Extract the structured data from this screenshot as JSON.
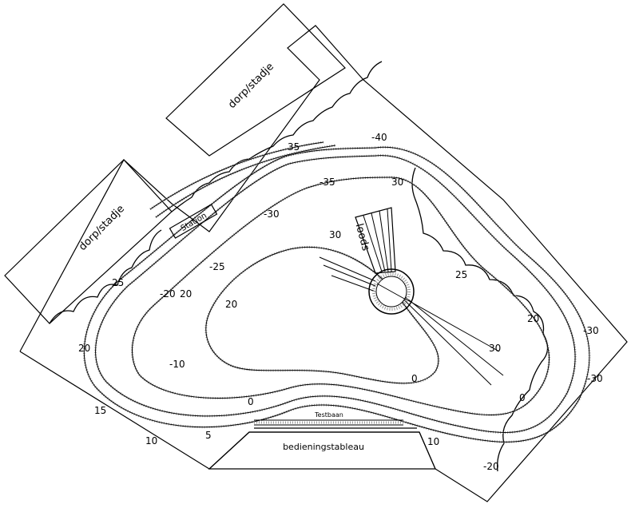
{
  "labels": {
    "town_top": "dorp/stadje",
    "town_left": "dorp/stadje",
    "station": "Station",
    "loods": "loods",
    "testbaan": "Testbaan",
    "control_panel": "bedieningstableau"
  },
  "elevations": [
    "-40",
    "35",
    "-35",
    "30",
    "-30",
    "30",
    "-25",
    "20",
    "-20",
    "25",
    "20",
    "-10",
    "20",
    "15",
    "10",
    "5",
    "0",
    "0",
    "10",
    "25",
    "20",
    "30",
    "-30",
    "-30",
    "0",
    "-20"
  ],
  "colors": {
    "line": "#000000",
    "ties": "#9a9a9a",
    "background": "#ffffff"
  }
}
